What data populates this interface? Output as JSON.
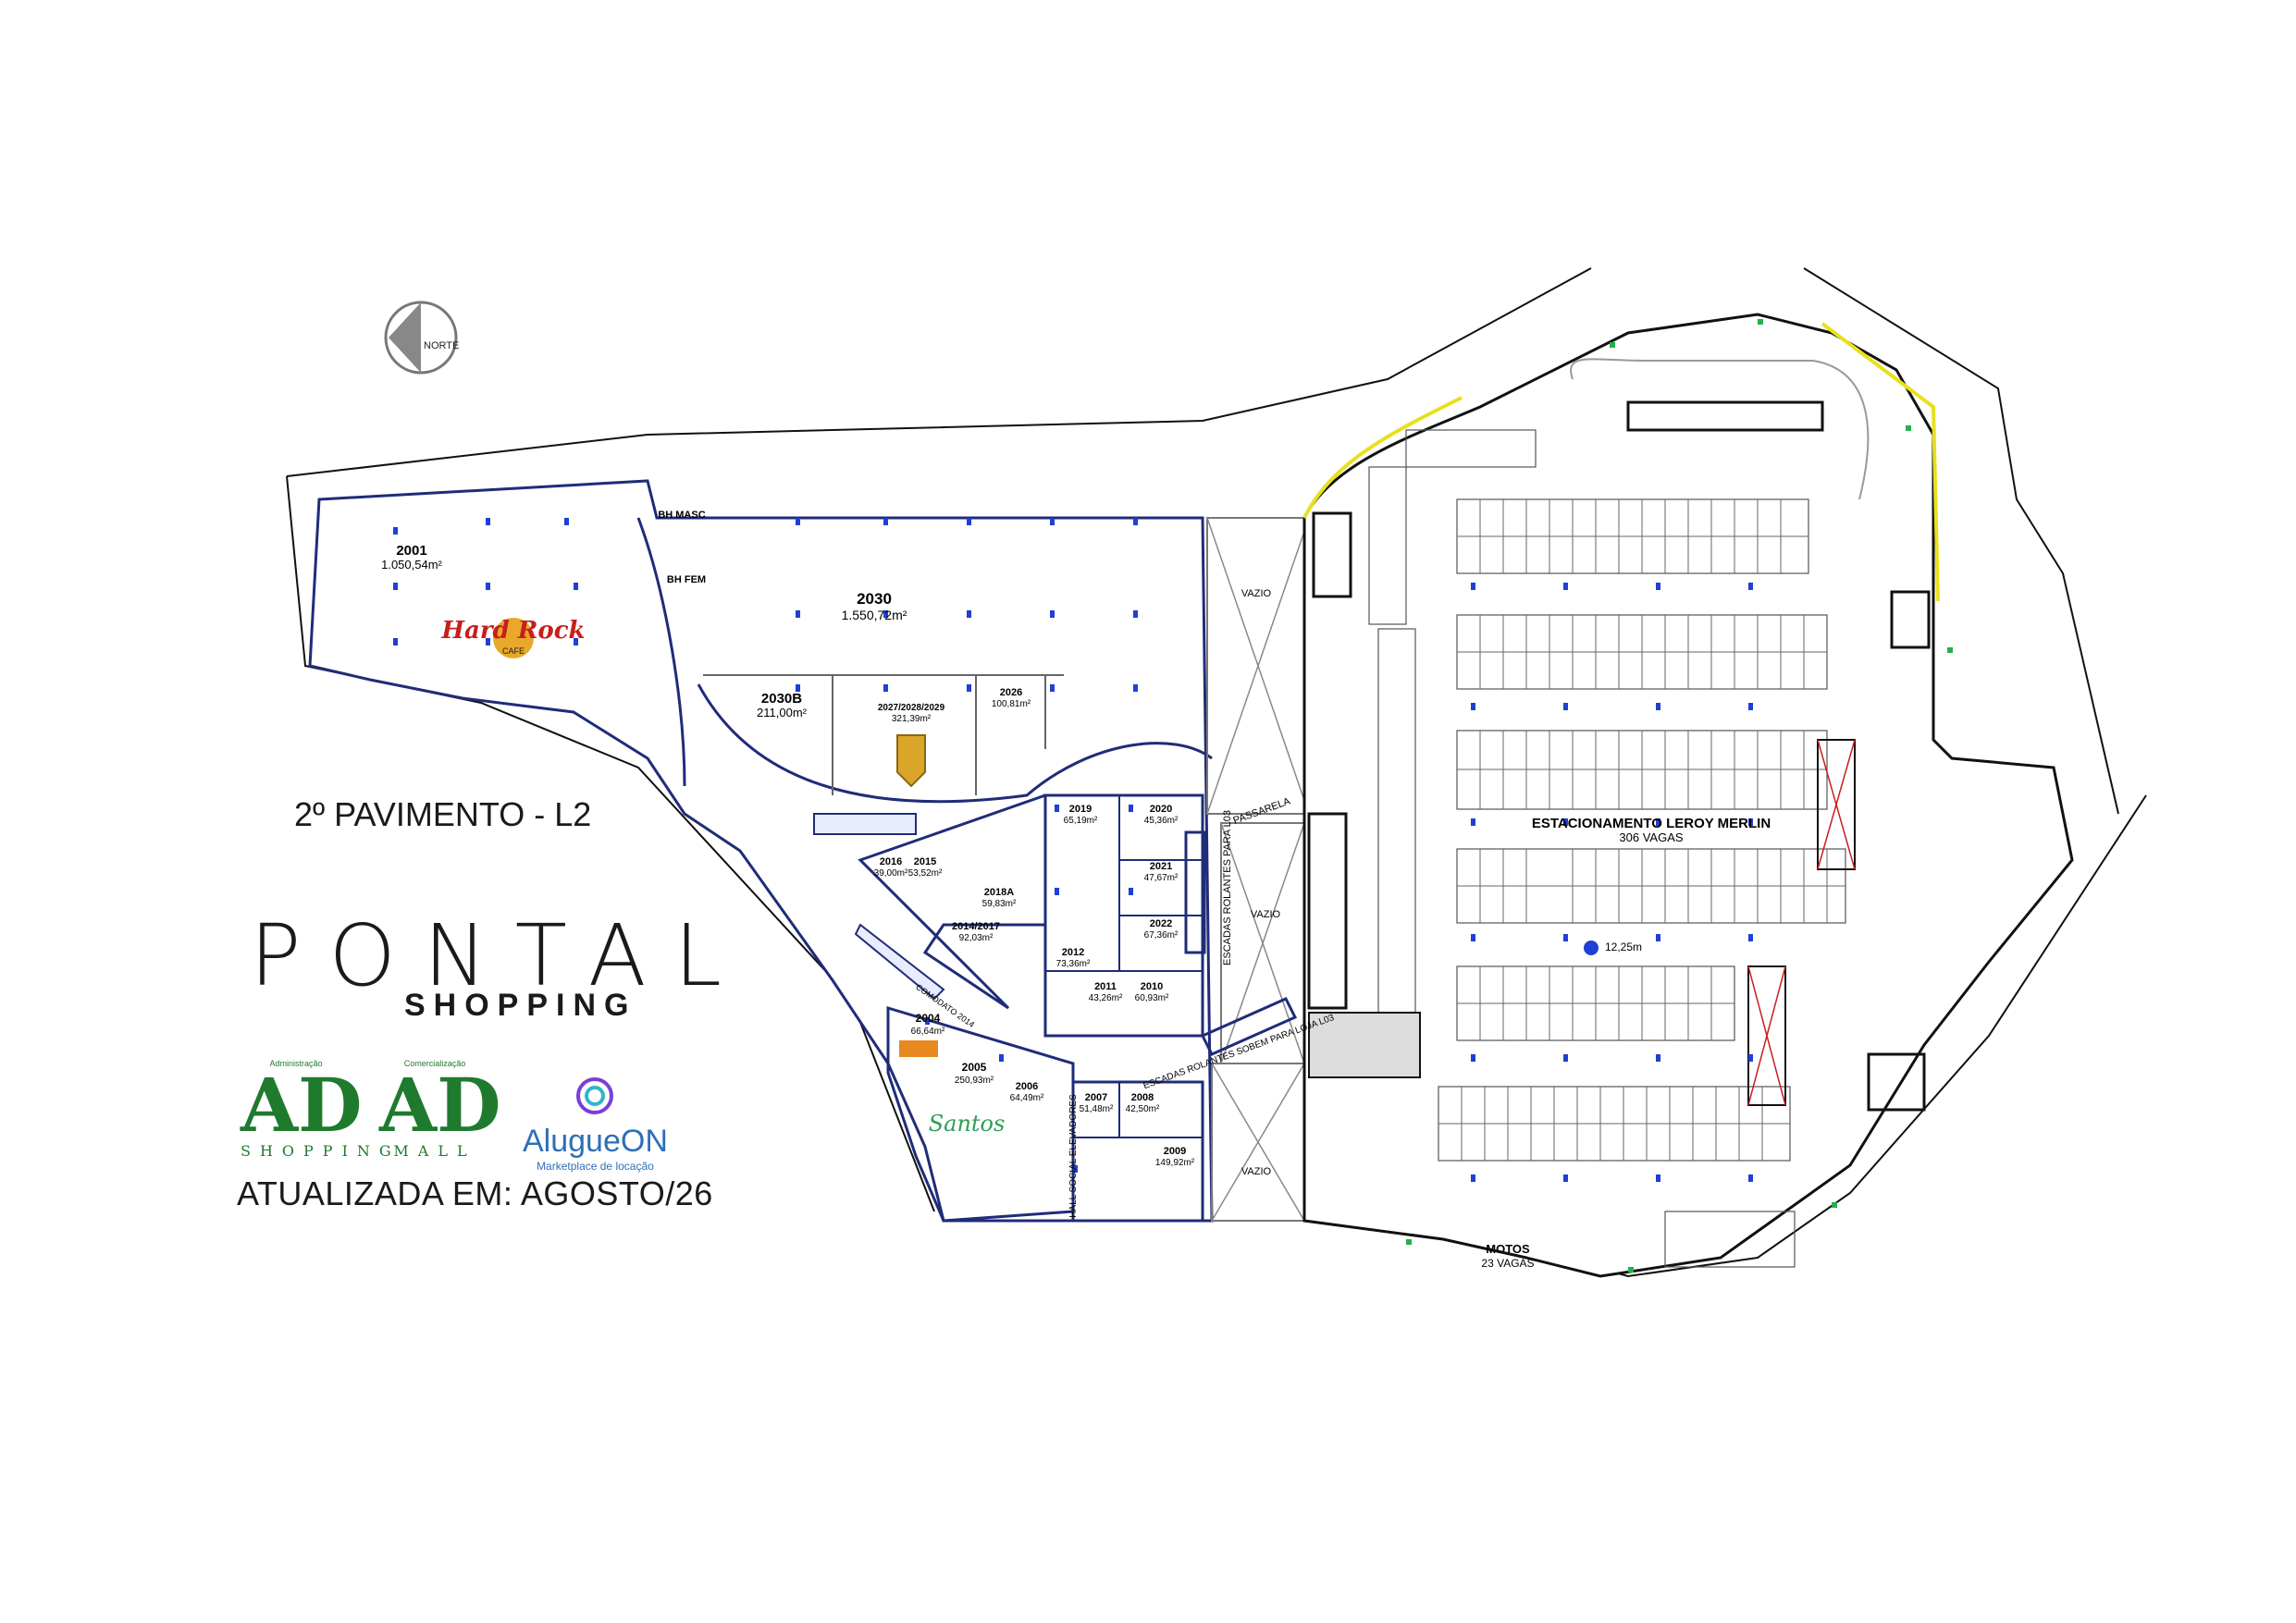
{
  "map": {
    "north_label": "NORTE",
    "floor_title": "2º PAVIMENTO - L2",
    "updated_label": "ATUALIZADA EM: AGOSTO/26",
    "colors": {
      "wall": "#1f2c78",
      "outline": "#111111",
      "column": "#1f3fd6",
      "accent_red": "#c81e1e",
      "accent_yellow": "#e8e01f"
    },
    "stores": [
      {
        "id": "2001",
        "area": "1.050,54m²"
      },
      {
        "id": "2030",
        "area": "1.550,72m²"
      },
      {
        "id": "2030B",
        "area": "211,00m²"
      },
      {
        "id": "2027/2028/2029",
        "area": "321,39m²"
      },
      {
        "id": "2026",
        "area": "100,81m²"
      },
      {
        "id": "2019",
        "area": "65,19m²"
      },
      {
        "id": "2020",
        "area": "45,36m²"
      },
      {
        "id": "2021",
        "area": "47,67m²"
      },
      {
        "id": "2022",
        "area": "67,36m²"
      },
      {
        "id": "2016",
        "area": "39,00m²"
      },
      {
        "id": "2015",
        "area": "53,52m²"
      },
      {
        "id": "2018A",
        "area": "59,83m²"
      },
      {
        "id": "2014/2017",
        "area": "92,03m²"
      },
      {
        "id": "2012",
        "area": "73,36m²"
      },
      {
        "id": "2011",
        "area": "43,26m²"
      },
      {
        "id": "2010",
        "area": "60,93m²"
      },
      {
        "id": "2004",
        "area": "66,64m²"
      },
      {
        "id": "2005",
        "area": "250,93m²"
      },
      {
        "id": "2006",
        "area": "64,49m²"
      },
      {
        "id": "2007",
        "area": "51,48m²"
      },
      {
        "id": "2008",
        "area": "42,50m²"
      },
      {
        "id": "2009",
        "area": "149,92m²"
      }
    ],
    "areas": {
      "vazio": "VAZIO",
      "passarela": "PASSARELA",
      "escadas_rolantes_l03": "ESCADAS ROLANTES PARA L03",
      "escadas_rolantes_sobem": "ESCADAS ROLANTES SOBEM PARA LOJA L03",
      "hall_social": "HALL SOCIAL ELEVADORES",
      "bh_masc": "BH MASC",
      "bh_fem": "BH FEM",
      "comodato": "COMODATO 2014",
      "parking_name": "ESTACIONAMENTO LEROY MERLIN",
      "parking_spots": "306 VAGAS",
      "motos": "MOTOS",
      "motos_spots": "23 VAGAS",
      "level": "12,25m"
    },
    "tenant_logos": {
      "hard_rock": "Hard Rock",
      "hard_rock_sub": "CAFE",
      "santos": "Santos"
    }
  },
  "branding": {
    "pontal": "PONTAL",
    "shopping": "SHOPPING",
    "ad_shopping_caption": "Administração",
    "ad_shopping_logo": "AD",
    "ad_shopping_sub": "SHOPPING",
    "ad_mall_caption": "Comercialização",
    "ad_mall_logo": "AD",
    "ad_mall_sub": "MALL",
    "alugueon_name": "AlugueON",
    "alugueon_tag": "Marketplace de locação"
  }
}
